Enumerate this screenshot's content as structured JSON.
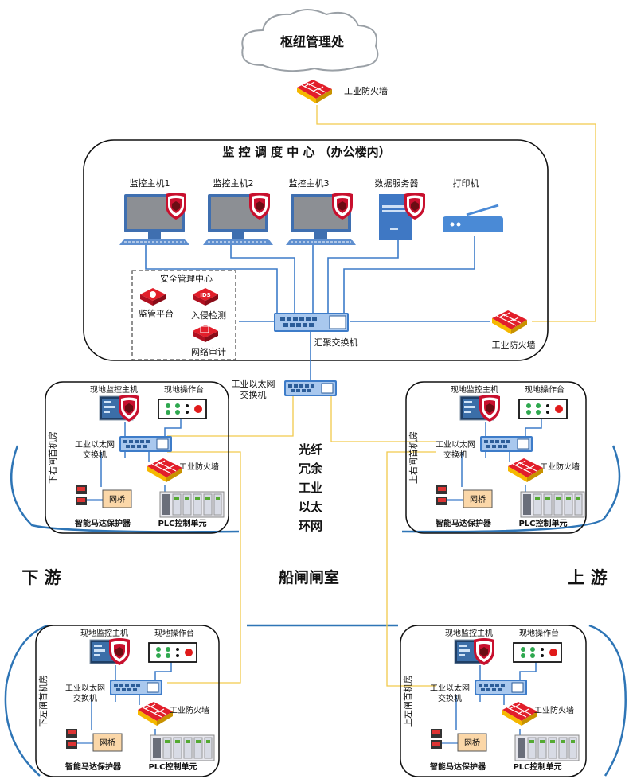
{
  "hq": {
    "title": "枢纽管理处"
  },
  "top_firewall": {
    "label": "工业防火墙"
  },
  "center": {
    "title": "监 控 调 度 中 心 （办公楼内）",
    "hosts": [
      {
        "label": "监控主机1"
      },
      {
        "label": "监控主机2"
      },
      {
        "label": "监控主机3"
      }
    ],
    "data_server": {
      "label": "数据服务器"
    },
    "printer": {
      "label": "打印机"
    },
    "security_center": {
      "title": "安全管理中心",
      "platform": "监管平台",
      "ids": "入侵检测",
      "ids_badge": "IDS",
      "audit": "网络审计"
    },
    "aggregation_switch": {
      "label": "汇聚交换机"
    },
    "firewall": {
      "label": "工业防火墙"
    }
  },
  "ring_switch": {
    "line1": "工业以太网",
    "line2": "交换机"
  },
  "ring_text": [
    "光纤",
    "冗余",
    "工业",
    "以太",
    "环网"
  ],
  "direction": {
    "downstream": "下 游",
    "chamber": "船闸闸室",
    "upstream": "上 游"
  },
  "rooms": [
    {
      "name": "下右闸首机房"
    },
    {
      "name": "上右闸首机房"
    },
    {
      "name": "下左闸首机房"
    },
    {
      "name": "上左闸首机房"
    }
  ],
  "room_labels": {
    "monitor_host": "现地监控主机",
    "operator_panel": "现地操作台",
    "switch_line1": "工业以太网",
    "switch_line2": "交换机",
    "firewall": "工业防火墙",
    "bridge": "网桥",
    "motor_protector": "智能马达保护器",
    "plc": "PLC控制单元"
  },
  "colors": {
    "fiber": "#f2c94c",
    "ring": "#2e75b6",
    "network": "#3d7cc9",
    "device_blue": "#4a86c8",
    "firewall_red": "#d0021b",
    "firewall_gold": "#f5b800",
    "bridge_fill": "#fbd7a8"
  }
}
